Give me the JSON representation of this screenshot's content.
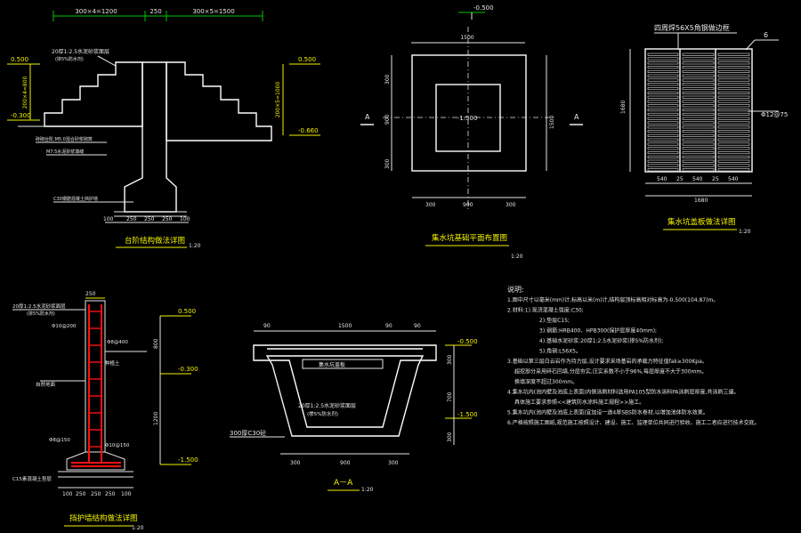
{
  "abutment": {
    "top_dims": [
      "300×4=1200",
      "250",
      "300×5=1500"
    ],
    "left_elev_top": "0.500",
    "left_elev_bottom": "-0.300",
    "right_elev_top": "0.500",
    "right_elev_bottom": "-0.660",
    "left_vertical_dim": "200×4=800",
    "right_vertical_dim": "200×5=1000",
    "note1": "20厚1:2.5水泥砂浆面层",
    "note2": "(掺5%防水剂)",
    "note3": "砖砌台阶,M5.0混合砂浆砌筑",
    "note4": "M7.5水泥砂浆填缝",
    "note5": "C30钢筋混凝土挡护墙",
    "bottom_dims": [
      "100",
      "250",
      "250",
      "250",
      "100"
    ],
    "title": "台阶结构做法详图",
    "scale": "1:20"
  },
  "pit_plan": {
    "top_elev": "-0.500",
    "width_dim": "1500",
    "center_elev": "-1.500",
    "section_mark": "A",
    "left_dims": [
      "300",
      "900",
      "300"
    ],
    "right_dim": "1500",
    "bottom_dims": [
      "300",
      "900",
      "300"
    ],
    "title": "集水坑基础平面布置图",
    "scale": "1:20"
  },
  "grate": {
    "label": "四周焊56X5角钢做边框",
    "ref": "6",
    "rebar": "Φ12@75",
    "height_dim": "1680",
    "bottom_dims": [
      "540",
      "25",
      "540",
      "25",
      "540"
    ],
    "total_dim": "1680",
    "title": "集水坑盖板做法详图",
    "scale": "1:20"
  },
  "retaining": {
    "top_dim": "250",
    "note1": "20厚1:2.5水泥砂浆面层",
    "note2": "(掺5%防水剂)",
    "rebar1": "Φ10@200",
    "rebar2": "Φ8@400",
    "rebar3": "Φ8@150",
    "rebar4": "Φ10@150",
    "fill_label": "种植土",
    "ground_label": "自然地面",
    "elev_top": "0.500",
    "elev_mid": "-0.300",
    "elev_bottom": "-1.500",
    "dim_upper": "800",
    "dim_lower": "1200",
    "base_note": "C15素混凝土垫层",
    "bottom_dims": [
      "100",
      "250",
      "250",
      "250",
      "100"
    ],
    "title": "挡护墙结构做法详图",
    "scale": "1:20"
  },
  "section": {
    "top_dims": [
      "90",
      "1500",
      "90",
      "90"
    ],
    "cover_label": "集水坑盖板",
    "note1": "20厚1:2.5水泥砂浆面层",
    "note2": "(掺5%防水剂)",
    "wall_note": "300厚C30砼",
    "elev_top": "-0.500",
    "elev_bottom": "-1.500",
    "right_dims": [
      "300",
      "700",
      "300"
    ],
    "bottom_dims": [
      "300",
      "900",
      "300"
    ],
    "title": "A－A",
    "scale": "1:20"
  },
  "notes": {
    "heading": "说明:",
    "lines": [
      "1.图中尺寸以毫米(mm)计,标高以米(m)计,结构层顶标高相对标高为-0.500(104.87)m。",
      "2.材料:1).现浇混凝土强度:C30;",
      "2).垫层C15;",
      "3).钢筋:HRB400、HPB300(保护层厚度40mm);",
      "4).基础水泥砂浆:20厚1:2.5水泥砂浆(掺5%防水剂);",
      "5).角钢:L56X5。",
      "3.基础以第三层白云岩作为持力层,设计要求采场基岩的承载力特征值fak≥300Kpa。",
      "超挖部分采用碎石回填,分层夯实,压实系数不小于96%,每层厚度不大于300mm。",
      "换填深度不超过300mm。",
      "4.集水坑内(池内壁及池底上表面)内侧涂刷材料选用PA105型防水涂料PA涂刷层厚度,共涂刷三遍。",
      "具体施工要求参照<<建筑防水涂料施工规程>>施工。",
      "5.集水坑内(池内壁及池底上表面)宜加设一道4厚SBS防水卷材,以增加池体防水效果。",
      "6.严格按照施工图纸,规范施工按照设计、建设、施工、监理单位共同进行验收、施工二者应进行技术交底。"
    ]
  }
}
